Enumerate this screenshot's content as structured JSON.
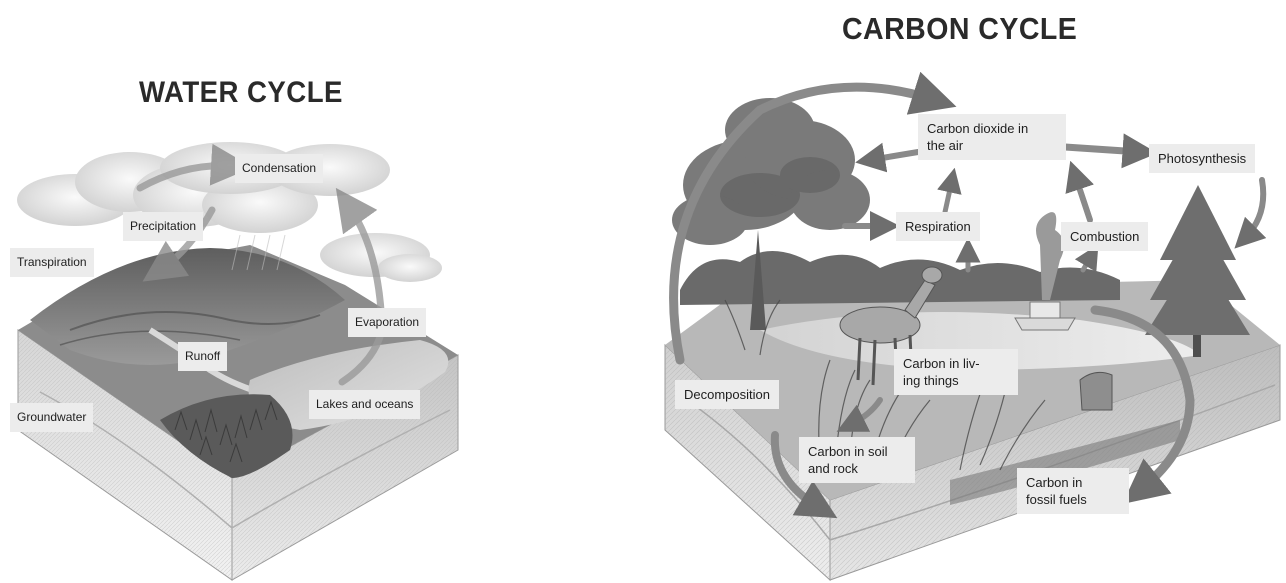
{
  "water_cycle": {
    "title": "WATER CYCLE",
    "labels": {
      "condensation": "Condensation",
      "precipitation": "Precipitation",
      "transpiration": "Transpiration",
      "evaporation": "Evaporation",
      "runoff": "Runoff",
      "groundwater": "Groundwater",
      "lakes_oceans": "Lakes and oceans"
    }
  },
  "carbon_cycle": {
    "title": "CARBON CYCLE",
    "labels": {
      "co2_air": "Carbon dioxide in\nthe air",
      "photosynthesis": "Photosynthesis",
      "respiration": "Respiration",
      "combustion": "Combustion",
      "living_things": "Carbon in liv-\ning things",
      "decomposition": "Decomposition",
      "soil_rock": "Carbon in soil\nand rock",
      "fossil_fuels": "Carbon in\nfossil fuels"
    }
  },
  "colors": {
    "label_bg": "#ececec",
    "arrow": "#8a8a8a",
    "title_text": "#2a2a2a"
  }
}
